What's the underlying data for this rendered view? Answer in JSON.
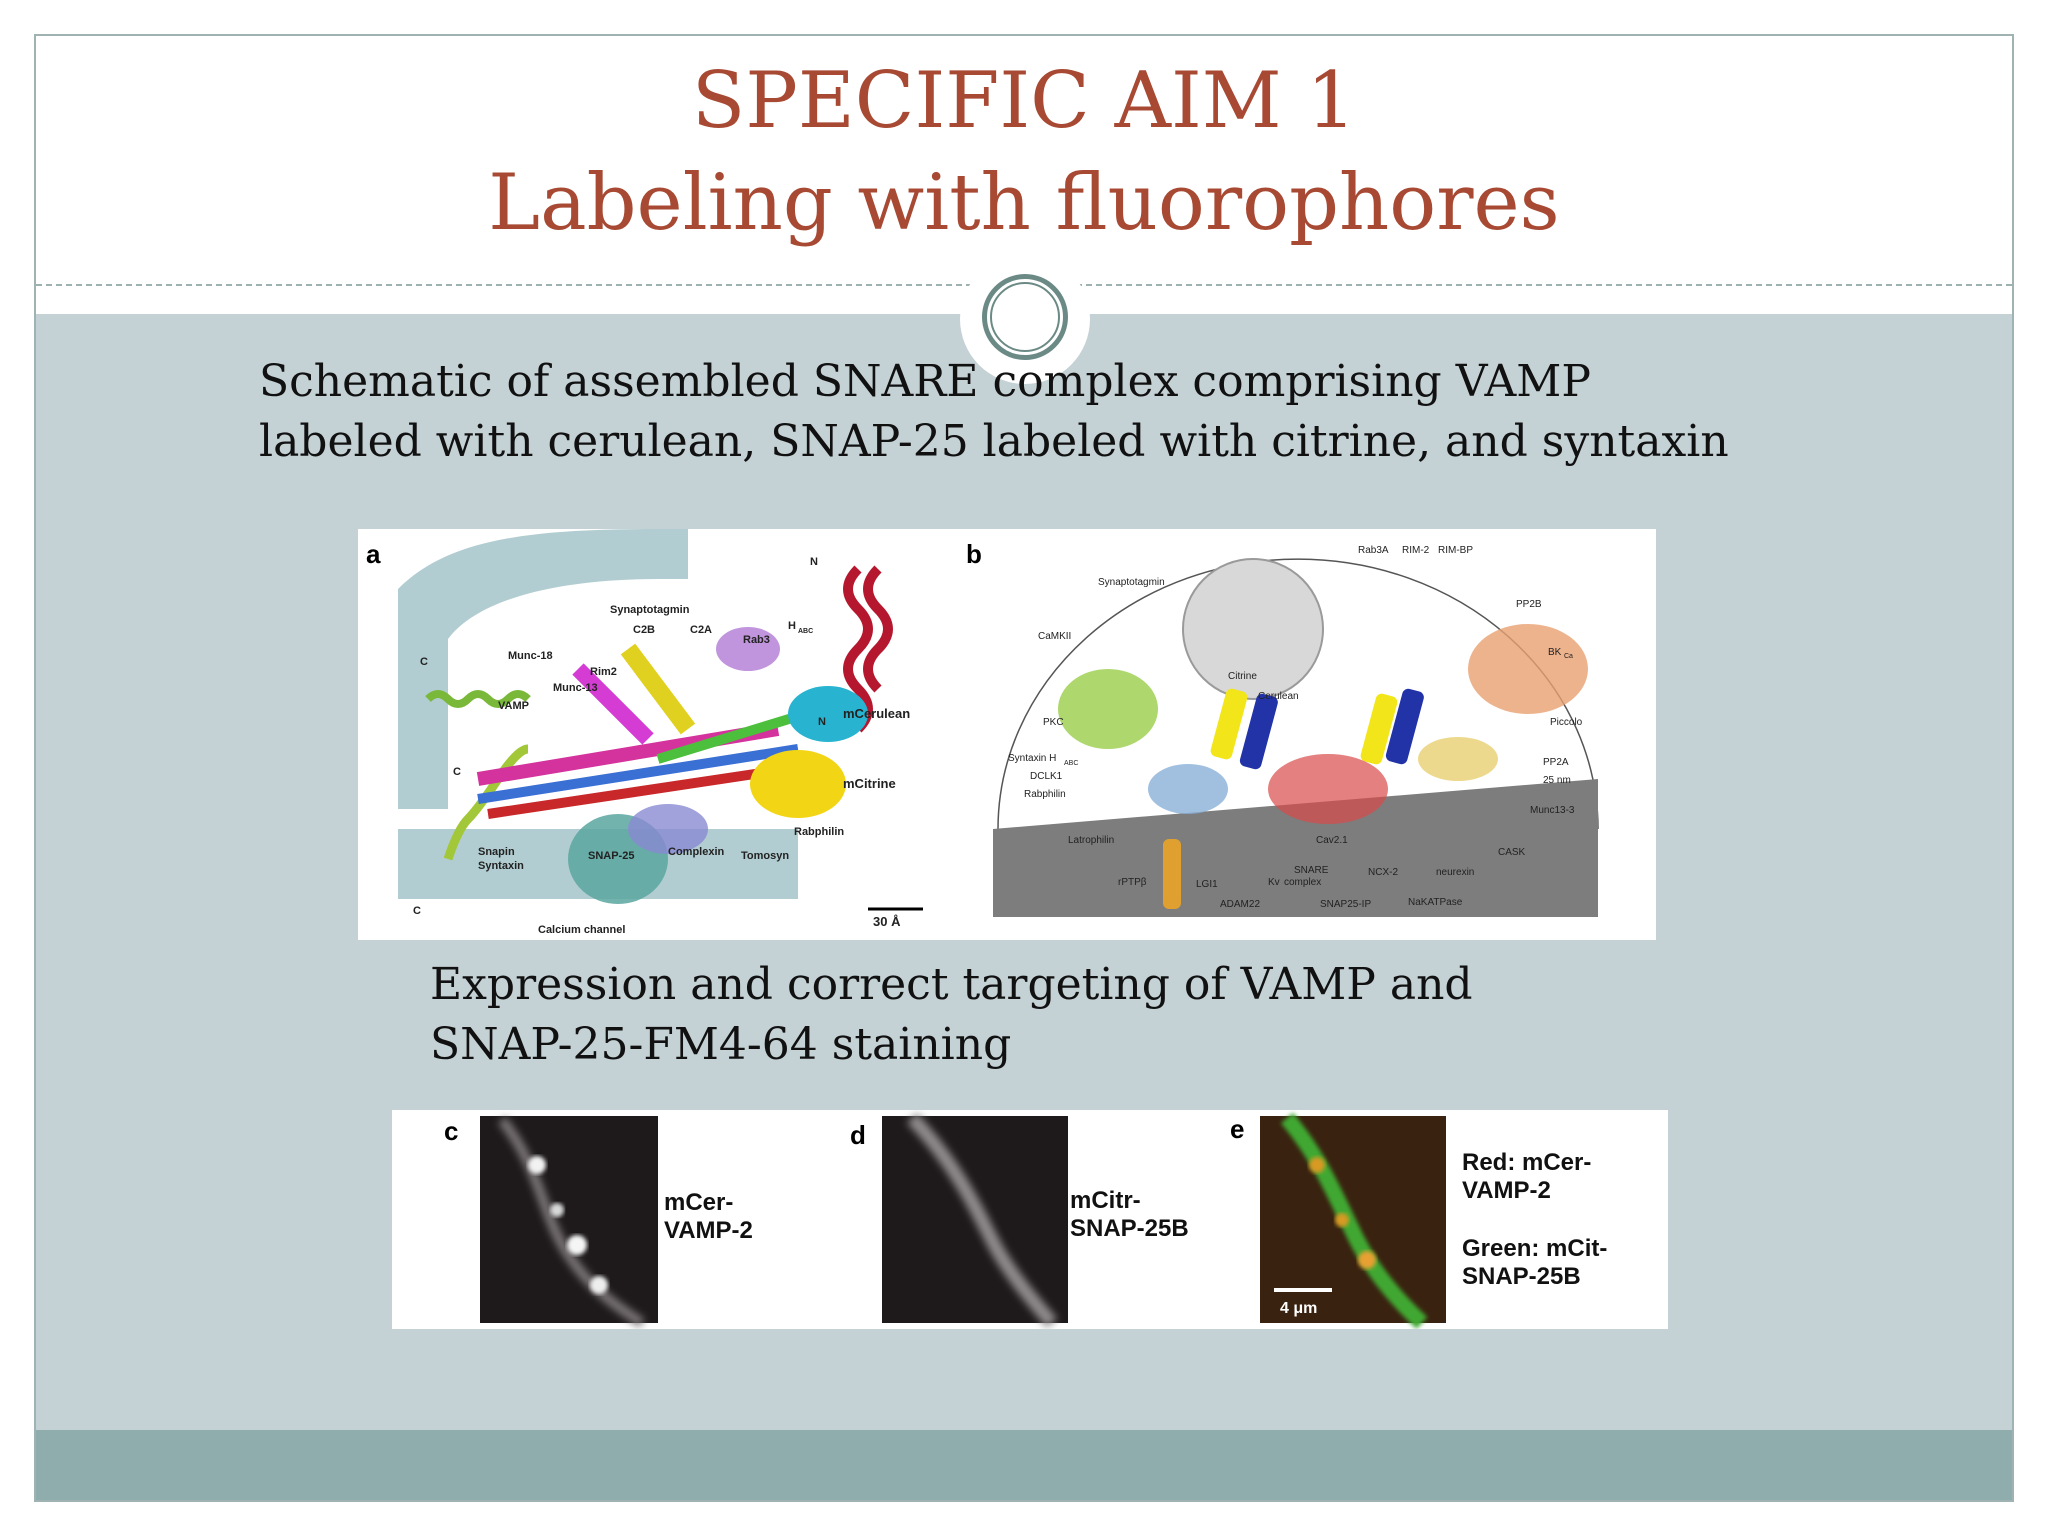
{
  "slide": {
    "title_line1": "SPECIFIC AIM 1",
    "title_line2": "Labeling with fluorophores",
    "paragraph1_line1": "Schematic of assembled SNARE complex comprising VAMP",
    "paragraph1_line2": "labeled with cerulean, SNAP-25 labeled with  citrine, and syntaxin",
    "paragraph2_line1": "Expression and correct targeting of VAMP and",
    "paragraph2_line2": "SNAP-25-FM4-64 staining"
  },
  "colors": {
    "title": "#a84a33",
    "body_background": "#c4d1d5",
    "footer_band": "#8fadad",
    "accent_ring": "#6b8a86"
  },
  "figure_top": {
    "panel_a": {
      "letter": "a",
      "labels": {
        "synaptotagmin": "Synaptotagmin",
        "c2b": "C2B",
        "c2a": "C2A",
        "rab3": "Rab3",
        "habc": "H",
        "habc_sub": "ABC",
        "munc18": "Munc-18",
        "rim2": "Rim2",
        "munc13": "Munc-13",
        "vamp": "VAMP",
        "mcerulean": "mCerulean",
        "mcitrine": "mCitrine",
        "rabphilin": "Rabphilin",
        "complexin": "Complexin",
        "tomosyn": "Tomosyn",
        "snap25": "SNAP-25",
        "snapin": "Snapin",
        "syntaxin": "Syntaxin",
        "calcium_channel": "Calcium channel",
        "scale": "30 Å",
        "c_terminus": "C",
        "n_terminus": "N"
      }
    },
    "panel_b": {
      "letter": "b",
      "labels": {
        "rab3a": "Rab3A",
        "rim2": "RIM-2",
        "rimbp": "RIM-BP",
        "synaptotagmin": "Synaptotagmin",
        "pp2b": "PP2B",
        "camkii": "CaMKII",
        "bkca": "BK",
        "bkca_sub": "Ca",
        "citrine": "Citrine",
        "cerulean": "Cerulean",
        "pkc": "PKC",
        "piccolo": "Piccolo",
        "syntaxin_habc": "Syntaxin H",
        "syntaxin_habc_sub": "ABC",
        "pp2a": "PP2A",
        "dclk1": "DCLK1",
        "scale": "25 nm",
        "rabphilin": "Rabphilin",
        "munc13_3": "Munc13-3",
        "latrophilin": "Latrophilin",
        "cav21": "Cav2.1",
        "cask": "CASK",
        "rptpb": "rPTPβ",
        "lgi1": "LGI1",
        "kv": "Kv",
        "snare": "SNARE",
        "complex": "complex",
        "ncx2": "NCX-2",
        "neurexin": "neurexin",
        "adam22": "ADAM22",
        "snap25ip": "SNAP25-IP",
        "nakatpase": "NaKATPase"
      }
    }
  },
  "figure_bottom": {
    "panel_c": {
      "letter": "c",
      "label_line1": "mCer-",
      "label_line2": "VAMP-2"
    },
    "panel_d": {
      "letter": "d",
      "label_line1": "mCitr-",
      "label_line2": "SNAP-25B"
    },
    "panel_e": {
      "letter": "e",
      "scale": "4 μm",
      "legend_red_line1": "Red: mCer-",
      "legend_red_line2": "VAMP-2",
      "legend_green_line1": "Green: mCit-",
      "legend_green_line2": "SNAP-25B"
    }
  }
}
